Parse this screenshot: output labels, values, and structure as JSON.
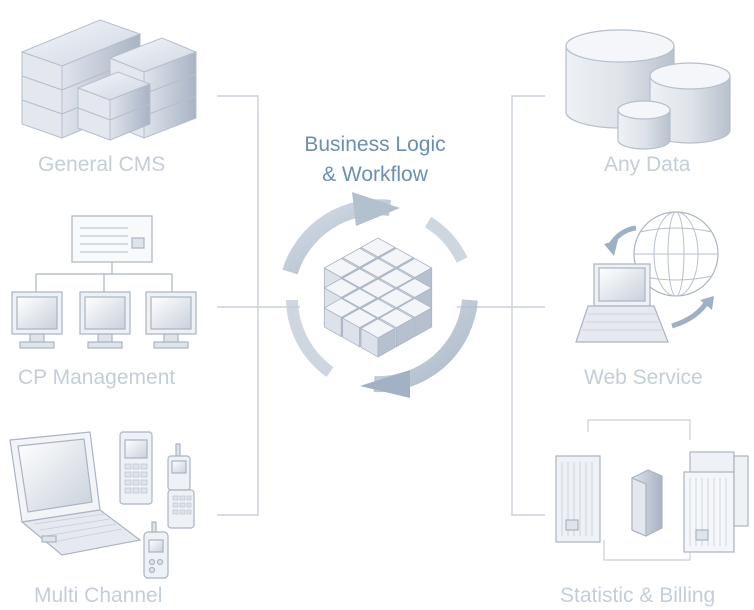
{
  "center": {
    "title_line1": "Business Logic",
    "title_line2": "& Workflow"
  },
  "left_nodes": [
    {
      "label": "General CMS",
      "icon": "server-stack-icon"
    },
    {
      "label": "CP Management",
      "icon": "monitor-network-icon"
    },
    {
      "label": "Multi Channel",
      "icon": "laptop-phones-icon"
    }
  ],
  "right_nodes": [
    {
      "label": "Any Data",
      "icon": "database-cylinders-icon"
    },
    {
      "label": "Web Service",
      "icon": "laptop-globe-icon"
    },
    {
      "label": "Statistic & Billing",
      "icon": "billing-documents-icon"
    }
  ],
  "colors": {
    "connector": "#c8d0d8",
    "label": "#c4ced8",
    "title": "#6b8fb3",
    "arrow": "#aab8c8"
  }
}
